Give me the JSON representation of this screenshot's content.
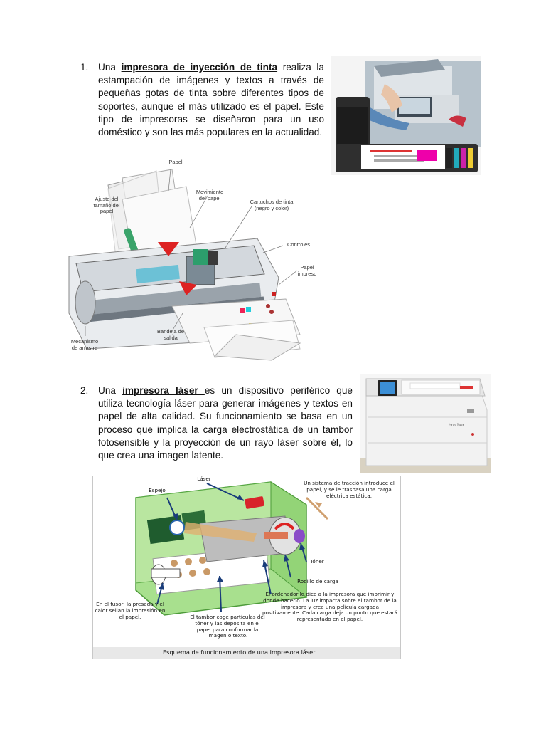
{
  "item1": {
    "number": "1.",
    "pre": "Una ",
    "term": "impresora de inyección de tinta",
    "post": " realiza la estampación de imágenes y textos a través de pequeñas gotas de tinta sobre diferentes tipos de soportes, aunque el más utilizado es el papel. Este tipo de impresoras se diseñaron para un uso doméstico y son las más populares en la actualidad."
  },
  "inkjet_diagram": {
    "labels": {
      "papel": "Papel",
      "ajuste": "Ajuste del tamaño del papel",
      "movimiento": "Movimiento del papel",
      "cartuchos": "Cartuchos de tinta (negro y color)",
      "controles": "Controles",
      "papel_impreso": "Papel impreso",
      "bandeja": "Bandeja de salida",
      "mecanismo": "Mecanismo de arrastre"
    }
  },
  "item2": {
    "number": "2.",
    "pre": "Una ",
    "term": "impresora láser ",
    "post": "es un dispositivo periférico que utiliza tecnología láser para generar imágenes y textos en papel de alta calidad. Su funcionamiento se basa en un proceso que implica la carga electrostática de un tambor fotosensible y la proyección de un rayo láser sobre él, lo que crea una imagen latente."
  },
  "laser_photo": {
    "brand": "brother"
  },
  "laser_diagram": {
    "labels": {
      "laser": "Láser",
      "espejo": "Espejo",
      "traccion": "Un sistema de tracción introduce el papel, y se le traspasa una carga eléctrica estática.",
      "toner": "Tóner",
      "rodillo": "Rodillo de carga",
      "fusor": "En el fusor, la presada y el calor sellan la impresión en el papel.",
      "tambor": "El tambor coge partículas del tóner y las deposita en el papel para conformar la imagen o texto.",
      "ordenador": "El ordenador le dice a la impresora que imprimir y donde hacerlo. La luz impacta sobre el tambor de la impresora y crea una película cargada positivamente. Cada carga deja un punto que estará representado en el papel."
    },
    "caption": "Esquema de funcionamiento de una impresora láser."
  }
}
